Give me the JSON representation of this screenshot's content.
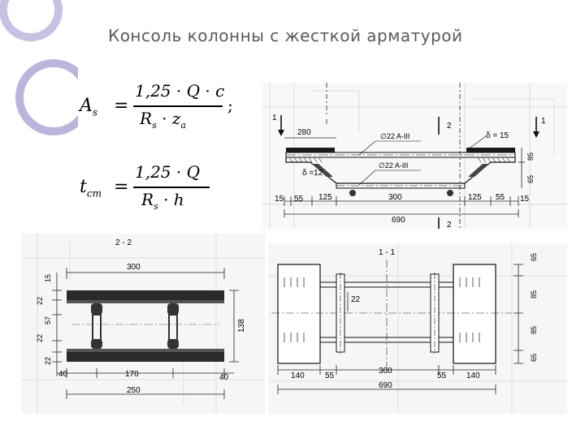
{
  "slide": {
    "title": "Консоль колонны с жесткой арматурой"
  },
  "formulas": {
    "f1": {
      "lhs": "A",
      "lhs_sub": "s",
      "num": "1,25 · Q · c",
      "den": "R",
      "den_sub1": "s",
      "den_mid": " · z",
      "den_sub2": "a",
      "tail": ";"
    },
    "f2": {
      "lhs": "t",
      "lhs_sub": "cm",
      "num": "1,25 · Q",
      "den": "R",
      "den_sub1": "s",
      "den_mid": " · h"
    }
  },
  "drawing_top": {
    "labels": {
      "sec1_left": "1",
      "sec1_right": "1",
      "sec2_top": "2",
      "sec2_bottom": "2",
      "d280": "280",
      "rebar1": "∅22 A-III",
      "rebar2": "∅22 A-III",
      "delta15": "δ = 15",
      "delta12": "δ =12",
      "d85": "85",
      "d65": "65",
      "b15a": "15",
      "b55a": "55",
      "b125a": "125",
      "b300": "300",
      "b125b": "125",
      "b55b": "55",
      "b15b": "15",
      "total": "690"
    }
  },
  "drawing_section22": {
    "labels": {
      "title": "2 - 2",
      "w300": "300",
      "h15": "15",
      "h22a": "22",
      "h57": "57",
      "h22b": "22",
      "h22c": "22",
      "h138": "138",
      "b40a": "40",
      "b170": "170",
      "b40b": "40",
      "b250": "250"
    }
  },
  "drawing_section11": {
    "labels": {
      "title": "1 - 1",
      "v22": "22",
      "r65a": "65",
      "r85a": "85",
      "r85b": "85",
      "r65b": "65",
      "b140a": "140",
      "b55a": "55",
      "b300": "300",
      "b55b": "55",
      "b140b": "140",
      "total": "690"
    }
  },
  "colors": {
    "title": "#5a5a5a",
    "ring": "#b9b0da",
    "line": "#1a1a1a",
    "hatch": "#3a3a3a",
    "faint": "#d6d6d6"
  }
}
